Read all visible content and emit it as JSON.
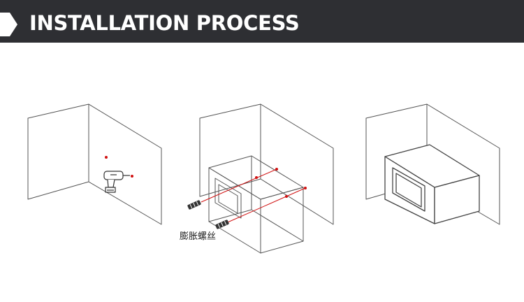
{
  "header": {
    "title": "INSTALLATION PROCESS",
    "background_color": "#2e2f33",
    "text_color": "#ffffff"
  },
  "steps": [
    {
      "icons": [
        "corner-wall",
        "drill-icon",
        "mark-dot"
      ]
    },
    {
      "icons": [
        "corner-wall",
        "safe-box",
        "expansion-screw-icon"
      ],
      "caption": "膨胀螺丝"
    },
    {
      "icons": [
        "corner-wall",
        "safe-box"
      ]
    }
  ],
  "colors": {
    "line": "#555555",
    "marker": "#d01010"
  }
}
